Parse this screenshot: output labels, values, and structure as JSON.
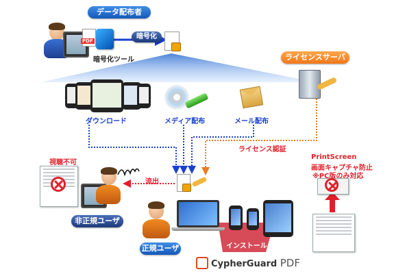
{
  "labels": {
    "data_distributor": "データ配布者",
    "pdf_tag": "PDF",
    "encrypt": "暗号化",
    "encrypt_tool": "暗号化ツール",
    "license_server": "ライセンスサーバ",
    "download": "ダウンロード",
    "media": "メディア配布",
    "mail": "メール配布",
    "license_auth": "ライセンス認証",
    "no_view": "視聴不可",
    "leak": "流出",
    "unauthorized_user": "非正規ユーザ",
    "authorized_user": "正規ユーザ",
    "install": "インストール",
    "print_screen_1": "PrintScreen",
    "print_screen_2": "画面キャプチャ防止",
    "print_screen_3": "※PC版のみ対応",
    "product_name": "CypherGuard",
    "product_suffix": "PDF"
  },
  "colors": {
    "blue_pill": "#1f6fd6",
    "orange_pill": "#f58a2a",
    "navy_pill": "#24458f",
    "red_text": "#e0202a",
    "blue_arrow": "#1a3fd0",
    "orange_arrow": "#f07a1a",
    "red_arrow": "#e0202a",
    "fan_gradient": "#2f6fd0"
  },
  "icons": [
    "person-icon",
    "monitor-icon",
    "pdf-icon",
    "lock-icon",
    "key-icon",
    "tablet-icon",
    "cd-icon",
    "usb-icon",
    "envelope-icon",
    "server-icon",
    "no-sign-icon",
    "signature-icon",
    "laptop-icon",
    "phone-icon",
    "document-icon"
  ]
}
